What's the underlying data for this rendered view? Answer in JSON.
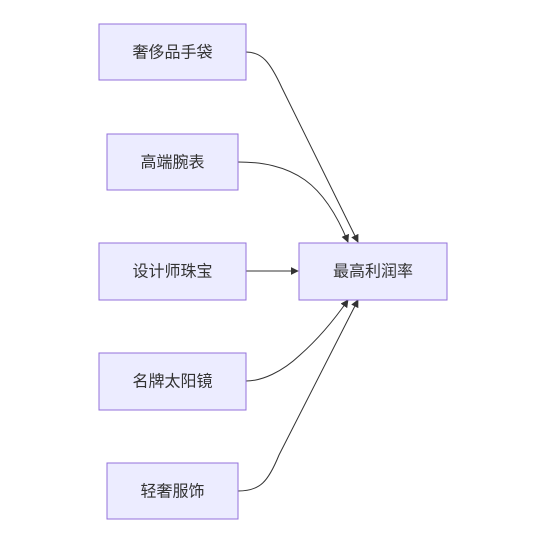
{
  "diagram": {
    "type": "flowchart",
    "direction": "LR",
    "colors": {
      "node_fill": "#ECECFF",
      "node_stroke": "#9370DB",
      "edge": "#333333",
      "text": "#333333",
      "background": "#FFFFFF"
    },
    "nodes": {
      "n1": {
        "label": "奢侈品手袋"
      },
      "n2": {
        "label": "高端腕表"
      },
      "n3": {
        "label": "设计师珠宝"
      },
      "n4": {
        "label": "名牌太阳镜"
      },
      "n5": {
        "label": "轻奢服饰"
      },
      "target": {
        "label": "最高利润率"
      }
    },
    "edges": [
      {
        "from": "n1",
        "to": "target"
      },
      {
        "from": "n2",
        "to": "target"
      },
      {
        "from": "n3",
        "to": "target"
      },
      {
        "from": "n4",
        "to": "target"
      },
      {
        "from": "n5",
        "to": "target"
      }
    ]
  }
}
